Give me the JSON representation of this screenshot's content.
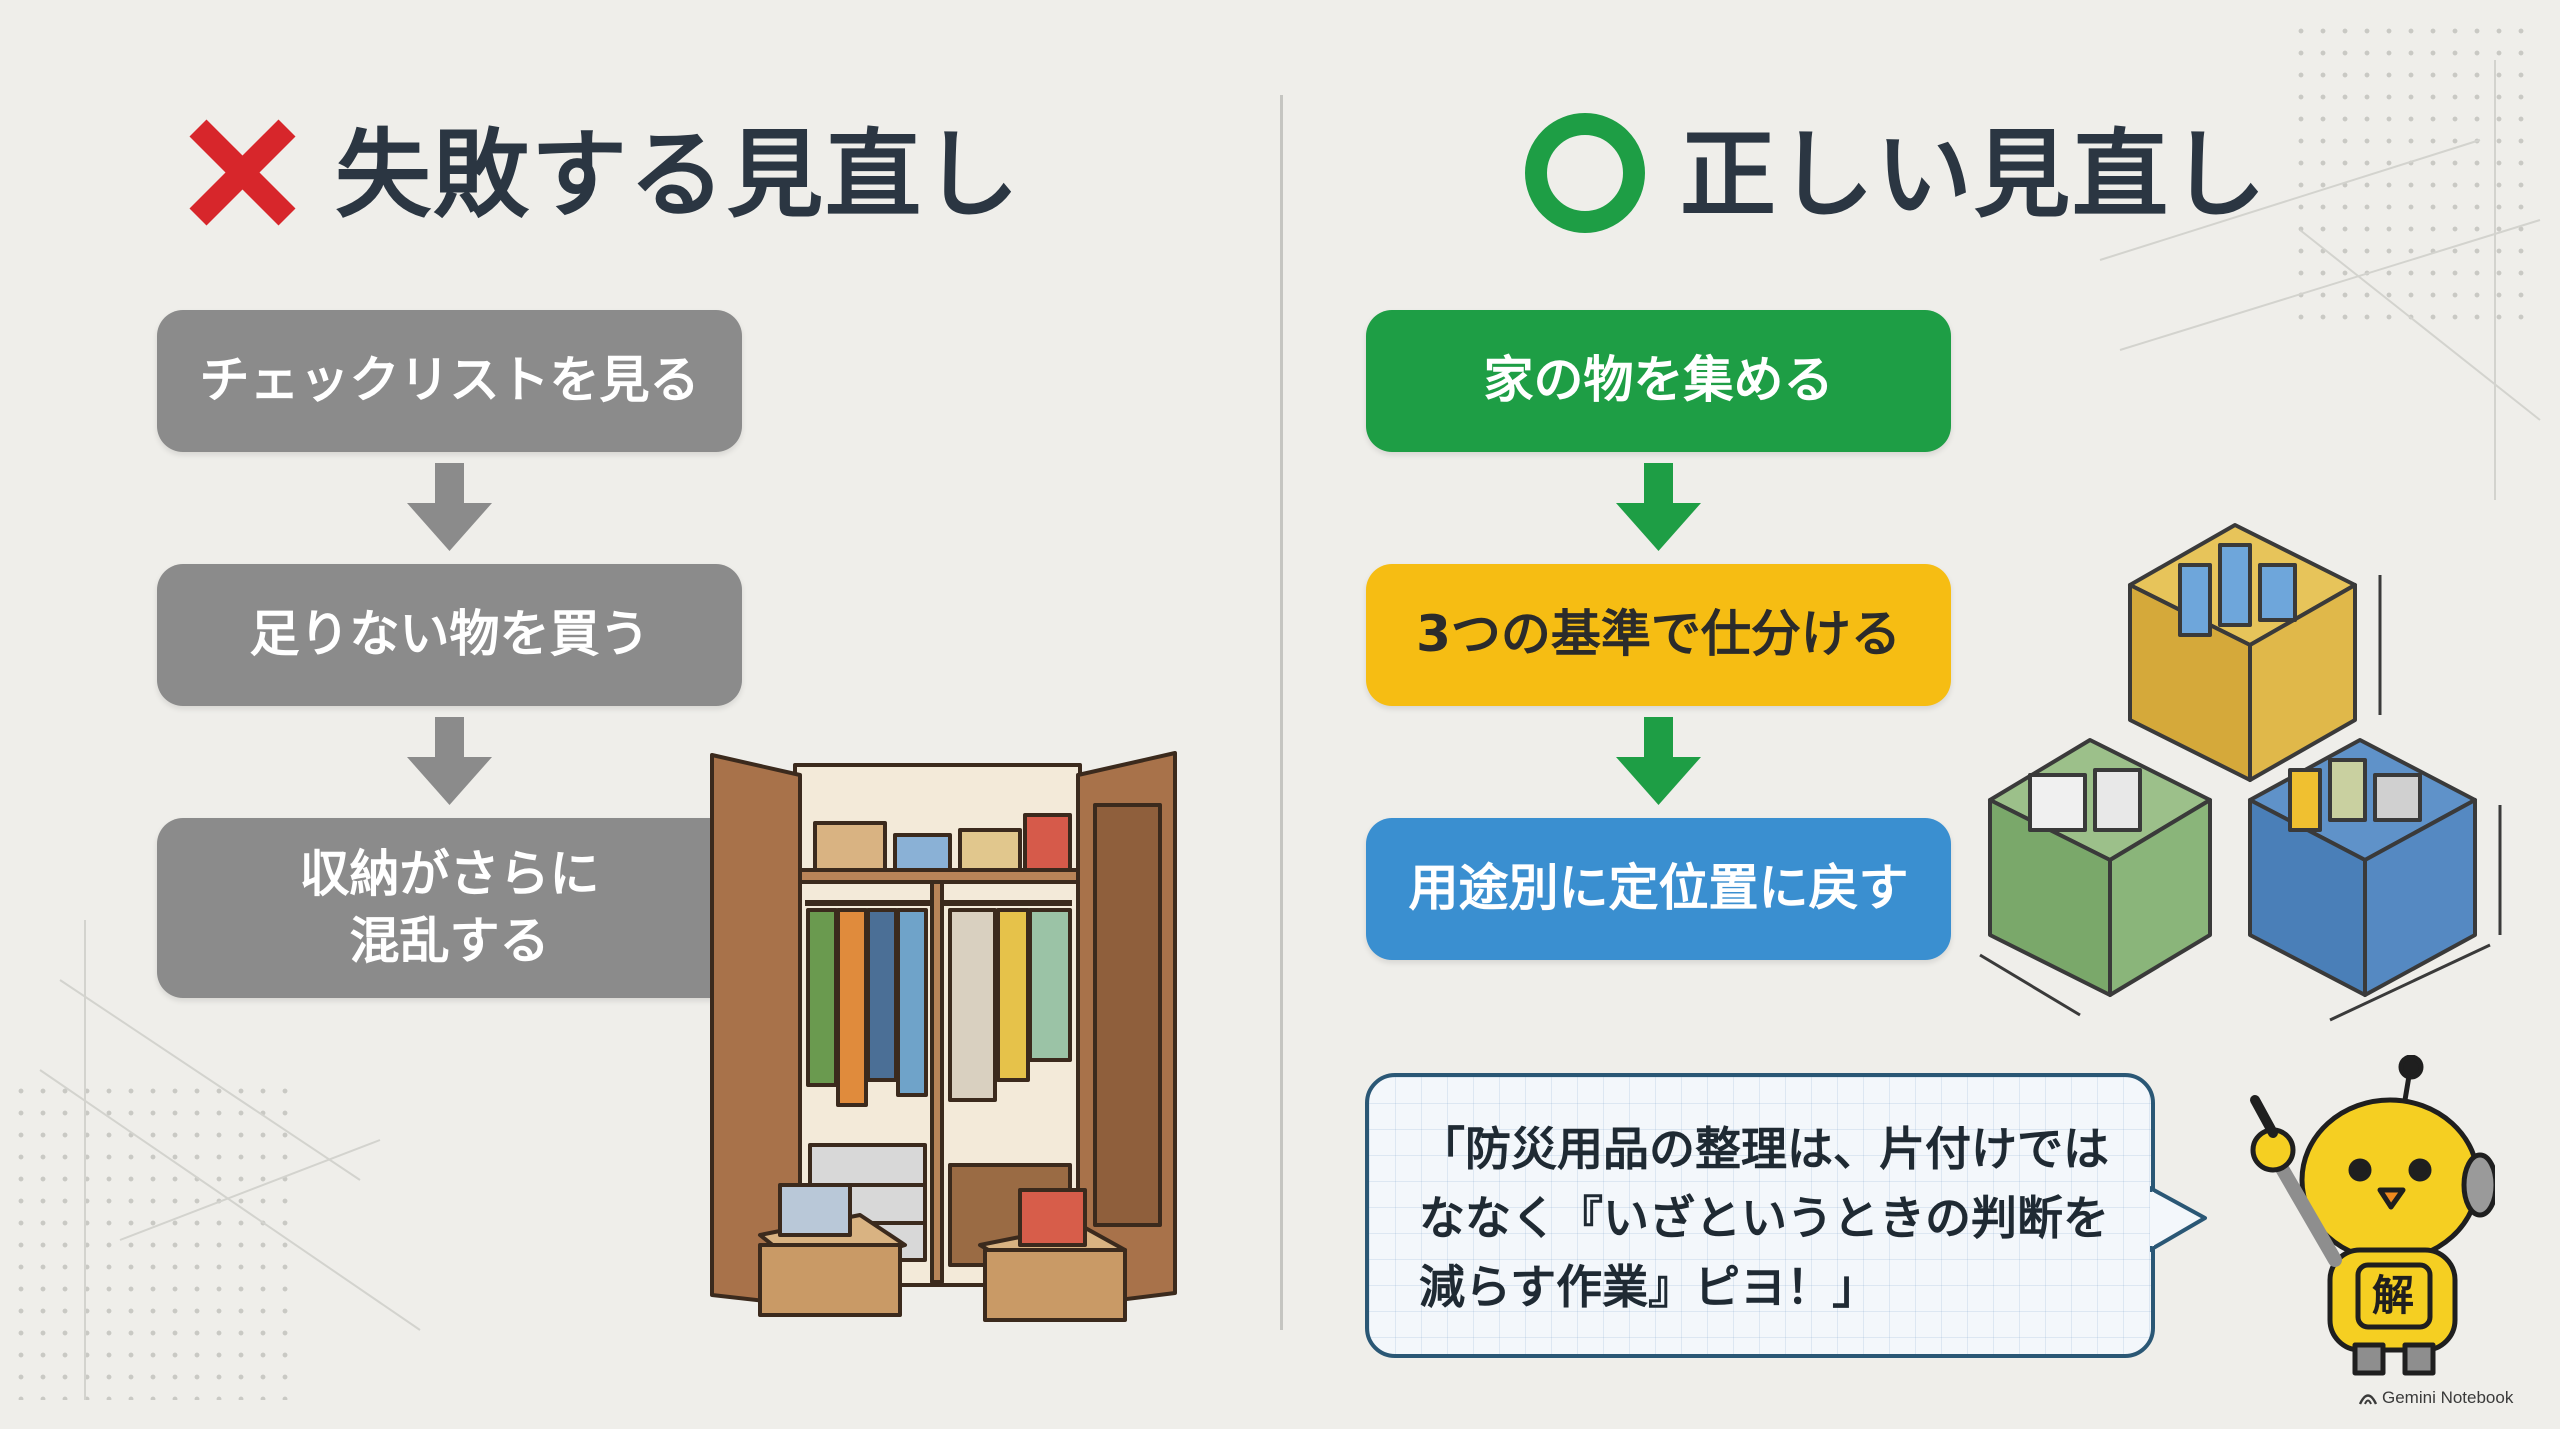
{
  "left": {
    "heading": {
      "icon": "red-cross-icon",
      "title": "失敗する見直し"
    },
    "steps": [
      {
        "label": "チェックリストを見る"
      },
      {
        "label": "足りない物を買う"
      },
      {
        "label": "収納がさらに\n混乱する"
      }
    ],
    "illustration": "messy-closet-illustration"
  },
  "right": {
    "heading": {
      "icon": "green-circle-icon",
      "title": "正しい見直し"
    },
    "steps": [
      {
        "label": "家の物を集める",
        "color": "#1e9e45"
      },
      {
        "label": "3つの基準で仕分ける",
        "color": "#f6bd13"
      },
      {
        "label": "用途別に定位置に戻す",
        "color": "#3a8fd0"
      }
    ],
    "illustration": "sorted-storage-boxes-illustration",
    "speech_bubble": "「防災用品の整理は、片付けでは\nななく『いざというときの判断を\n減らす作業』ピヨ！」",
    "mascot": {
      "icon": "chick-robot-mascot-icon",
      "badge": "解"
    }
  },
  "brand": {
    "label": "Gemini Notebook"
  },
  "colors": {
    "background": "#efeeea",
    "heading_text": "#2b3642",
    "cross_red": "#d7262b",
    "circle_green": "#1e9e45",
    "gray_step": "#8b8b8b",
    "green_step": "#1e9e45",
    "yellow_step": "#f6bd13",
    "blue_step": "#3a8fd0"
  }
}
